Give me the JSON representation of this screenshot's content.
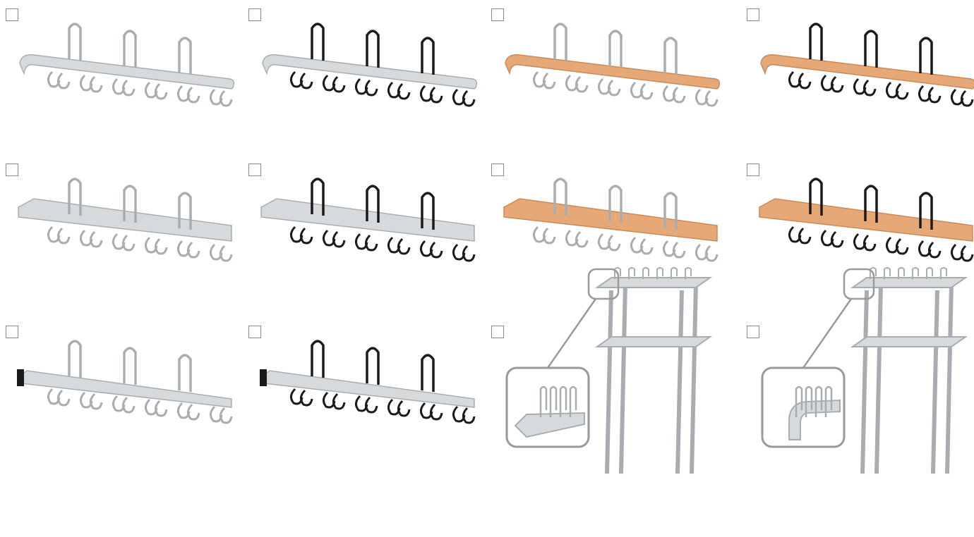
{
  "grid": {
    "tiles": [
      {
        "style": "round-bar",
        "finish": "metal",
        "hooks": "metal",
        "checked": false
      },
      {
        "style": "round-bar",
        "finish": "metal",
        "hooks": "black",
        "checked": false
      },
      {
        "style": "round-bar",
        "finish": "wood",
        "hooks": "metal",
        "checked": false
      },
      {
        "style": "round-bar",
        "finish": "wood",
        "hooks": "black",
        "checked": false
      },
      {
        "style": "box-bar",
        "finish": "metal",
        "hooks": "metal",
        "checked": false
      },
      {
        "style": "box-bar",
        "finish": "metal",
        "hooks": "black",
        "checked": false
      },
      {
        "style": "box-bar",
        "finish": "wood",
        "hooks": "metal",
        "checked": false
      },
      {
        "style": "box-bar",
        "finish": "wood",
        "hooks": "black",
        "checked": false
      },
      {
        "style": "flat-bar",
        "finish": "metal",
        "hooks": "metal",
        "checked": false
      },
      {
        "style": "flat-bar",
        "finish": "metal",
        "hooks": "black",
        "checked": false
      },
      {
        "style": "stand",
        "variant": "square-corner",
        "checked": false
      },
      {
        "style": "stand",
        "variant": "round-corner",
        "checked": false
      }
    ]
  },
  "colors": {
    "metal": "#d7dadd",
    "metal_dark": "#a9adb1",
    "wood": "#e6a877",
    "wood_dark": "#c98a58",
    "black": "#1b1b1b",
    "checkbox_border": "#8a8a8a",
    "callout_border": "#9a9a9a"
  }
}
